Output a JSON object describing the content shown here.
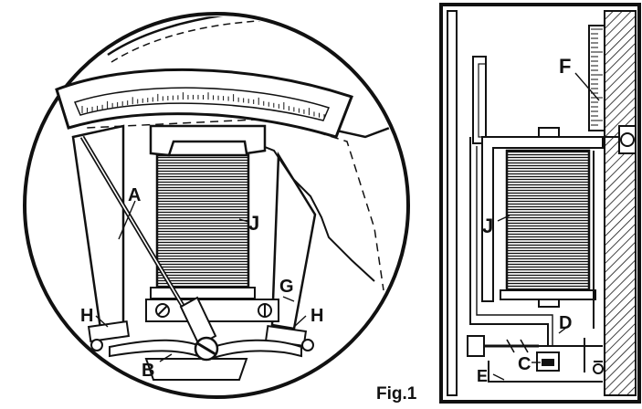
{
  "figure": {
    "caption": "Fig.1",
    "front_view": {
      "labels": {
        "a": "A",
        "b": "B",
        "g": "G",
        "h_left": "H",
        "h_right": "H",
        "j": "J"
      }
    },
    "side_view": {
      "labels": {
        "c": "C",
        "d": "D",
        "e": "E",
        "f": "F",
        "j": "J"
      }
    }
  }
}
